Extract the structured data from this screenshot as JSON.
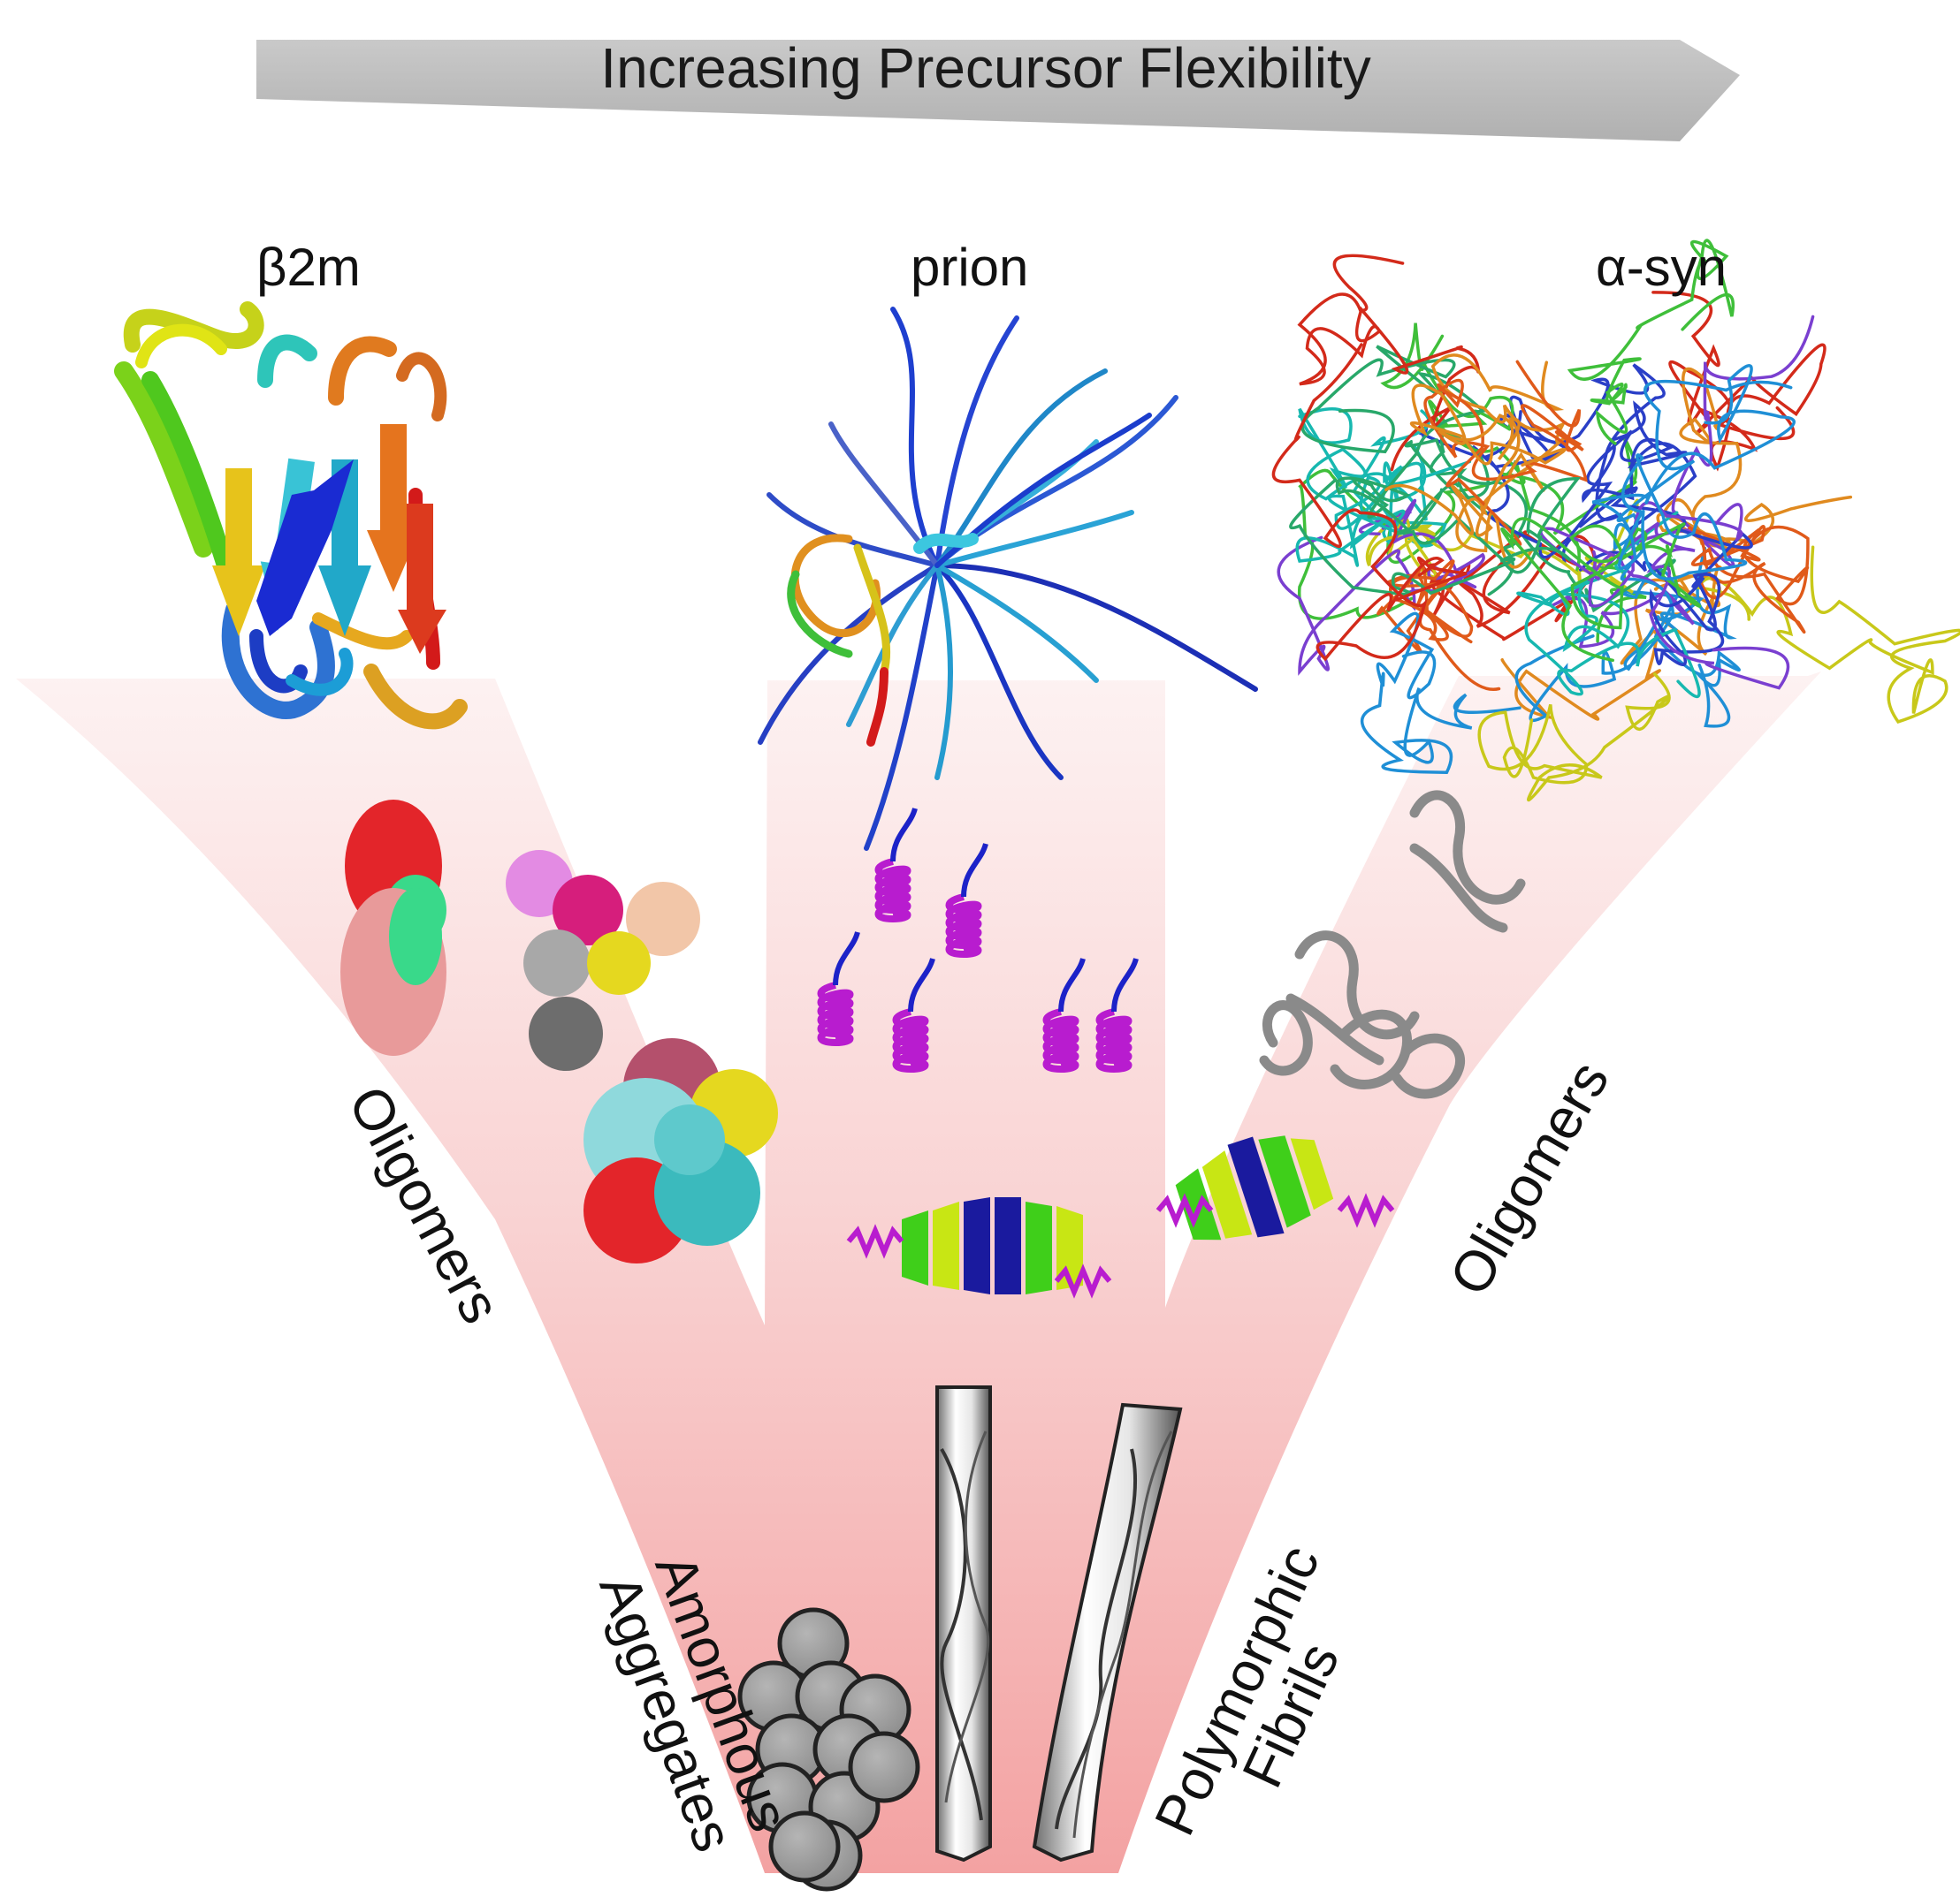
{
  "header": {
    "arrow_label": "Increasing Precursor Flexibility"
  },
  "proteins": {
    "left": "β2m",
    "middle": "prion",
    "right": "α-syn"
  },
  "pathway_labels": {
    "oligomers_left": "Oligomers",
    "oligomers_right": "Oligomers",
    "amorphous_line1": "Amorphous",
    "amorphous_line2": "Aggregates",
    "fibrils_line1": "Polymorphic",
    "fibrils_line2": "Fibrils"
  },
  "colors": {
    "funnel_light": "#fdeeee",
    "funnel_dark": "#f4a3a3",
    "arrow_fill": "#bdbdbd",
    "helix": "#b81ccf",
    "loop": "#1c22c8",
    "strand_green": "#3fcf1a",
    "strand_yellow": "#c8e614",
    "strand_blue": "#1a1a9e",
    "surface_red": "#e3252a",
    "surface_pink": "#e89a9a",
    "surface_mint": "#39d98a",
    "surface_cyan": "#5ec9cc",
    "gray_ring": "#8a8a8a"
  }
}
